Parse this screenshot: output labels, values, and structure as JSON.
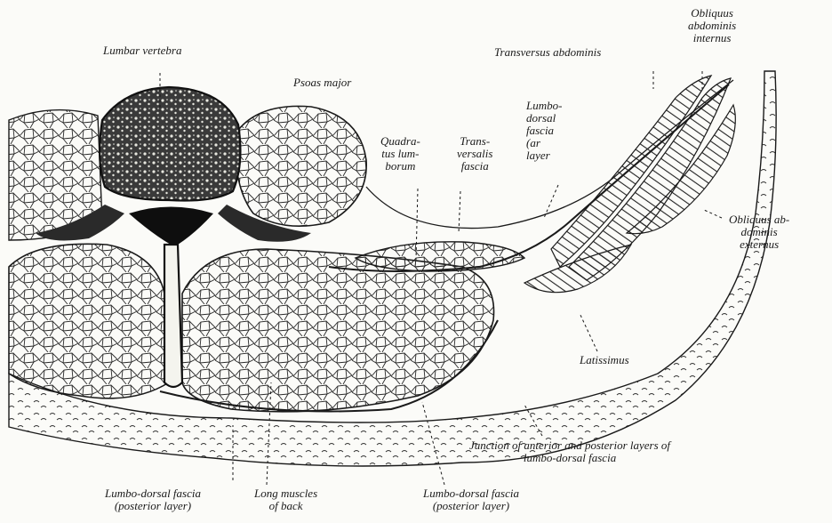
{
  "labels": {
    "lumbar_vertebra": "Lumbar vertebra",
    "psoas_major": "Psoas major",
    "transversus_abdominis": "Transversus abdominis",
    "obliquus_internus": [
      "Obliquus",
      "abdominis",
      "internus"
    ],
    "quadratus_lumborum": [
      "Quadra-",
      "tus lum-",
      "borum"
    ],
    "transversalis_fascia": [
      "Trans-",
      "versalis",
      "fascia"
    ],
    "lumbodorsal_anterior": [
      "Lumbo-",
      "dorsal",
      "fascia",
      "(ar",
      "layer"
    ],
    "obliquus_externus": [
      "Obliquus ab-",
      "dominis",
      "externus"
    ],
    "latissimus": "Latissimus",
    "junction": [
      "Junction of anterior and posterior layers of",
      "lumbo-dorsal fascia"
    ],
    "lumbodorsal_posterior_left": [
      "Lumbo-dorsal fascia",
      "(posterior layer)"
    ],
    "long_muscles": [
      "Long muscles",
      "of back"
    ],
    "lumbodorsal_posterior_right": [
      "Lumbo-dorsal fascia",
      "(posterior layer)"
    ]
  },
  "colors": {
    "ink": "#1a1a1a",
    "paper": "#fbfbf8",
    "bone_fill": "#2a2a2a"
  }
}
